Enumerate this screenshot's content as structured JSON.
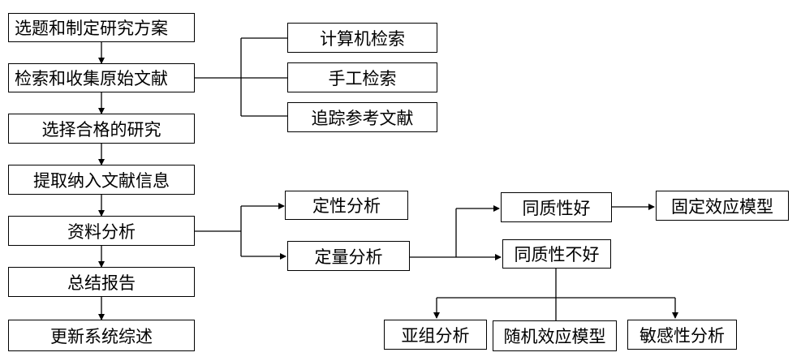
{
  "steps": [
    "选题和制定研究方案",
    "检索和收集原始文献",
    "选择合格的研究",
    "提取纳入文献信息",
    "资料分析",
    "总结报告",
    "更新系统综述"
  ],
  "search_methods": [
    "计算机检索",
    "手工检索",
    "追踪参考文献"
  ],
  "analysis": {
    "qualitative": "定性分析",
    "quantitative": "定量分析"
  },
  "heterogeneity": {
    "good": "同质性好",
    "poor": "同质性不好",
    "fixed_model": "固定效应模型"
  },
  "poor_options": [
    "亚组分析",
    "随机效应模型",
    "敏感性分析"
  ]
}
